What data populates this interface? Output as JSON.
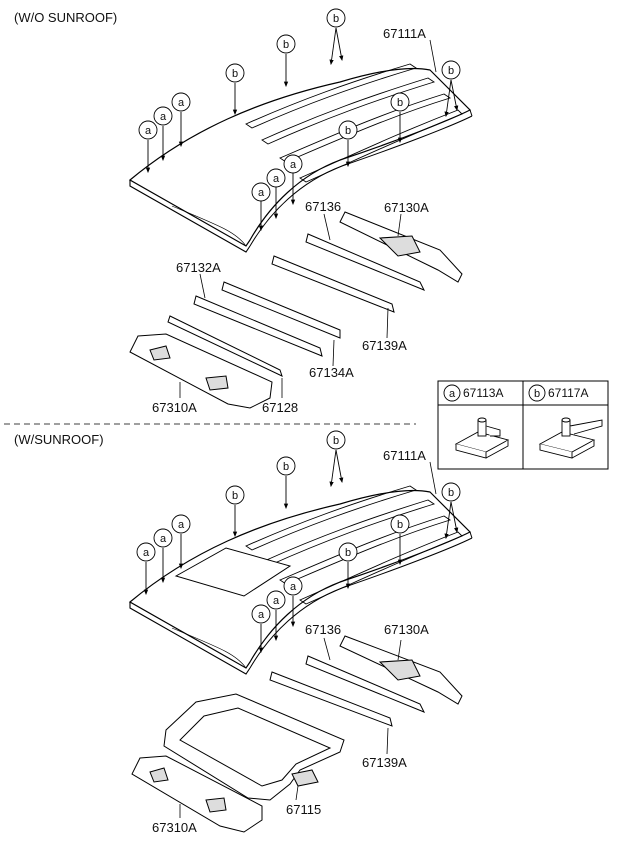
{
  "sections": {
    "without_sunroof": "(W/O SUNROOF)",
    "with_sunroof": "(W/SUNROOF)"
  },
  "callout_letters": {
    "a": "a",
    "b": "b"
  },
  "parts_top": {
    "roof_panel": "67111A",
    "rail_67136": "67136",
    "rail_67130a": "67130A",
    "rail_67132a": "67132A",
    "rail_67139a": "67139A",
    "rail_67134a": "67134A",
    "rail_67310a": "67310A",
    "rail_67128": "67128"
  },
  "parts_bottom": {
    "roof_panel": "67111A",
    "rail_67136": "67136",
    "rail_67130a": "67130A",
    "rail_67139a": "67139A",
    "sunroof_frame": "67115",
    "rail_67310a": "67310A"
  },
  "legend": {
    "a_letter": "a",
    "a_part": "67113A",
    "b_letter": "b",
    "b_part": "67117A"
  }
}
